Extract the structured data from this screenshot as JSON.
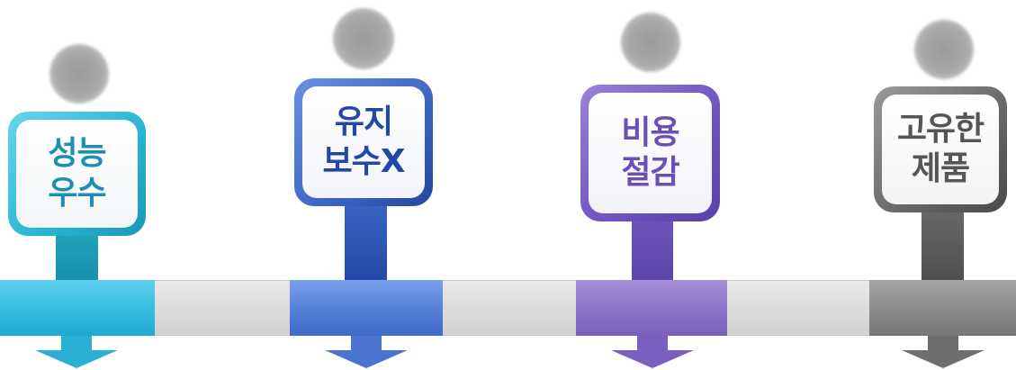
{
  "items": [
    {
      "line1": "성능",
      "line2": "우수",
      "color": "#1d90b0"
    },
    {
      "line1": "유지",
      "line2": "보수X",
      "color": "#2347a8"
    },
    {
      "line1": "비용",
      "line2": "절감",
      "color": "#6a4fb5"
    },
    {
      "line1": "고유한",
      "line2": "제품",
      "color": "#555555"
    }
  ],
  "colors": {
    "teal": "#33bde0",
    "blue": "#5280d8",
    "purple": "#8b72c8",
    "gray": "#8a8a8a",
    "band": "#dcdcdc"
  }
}
